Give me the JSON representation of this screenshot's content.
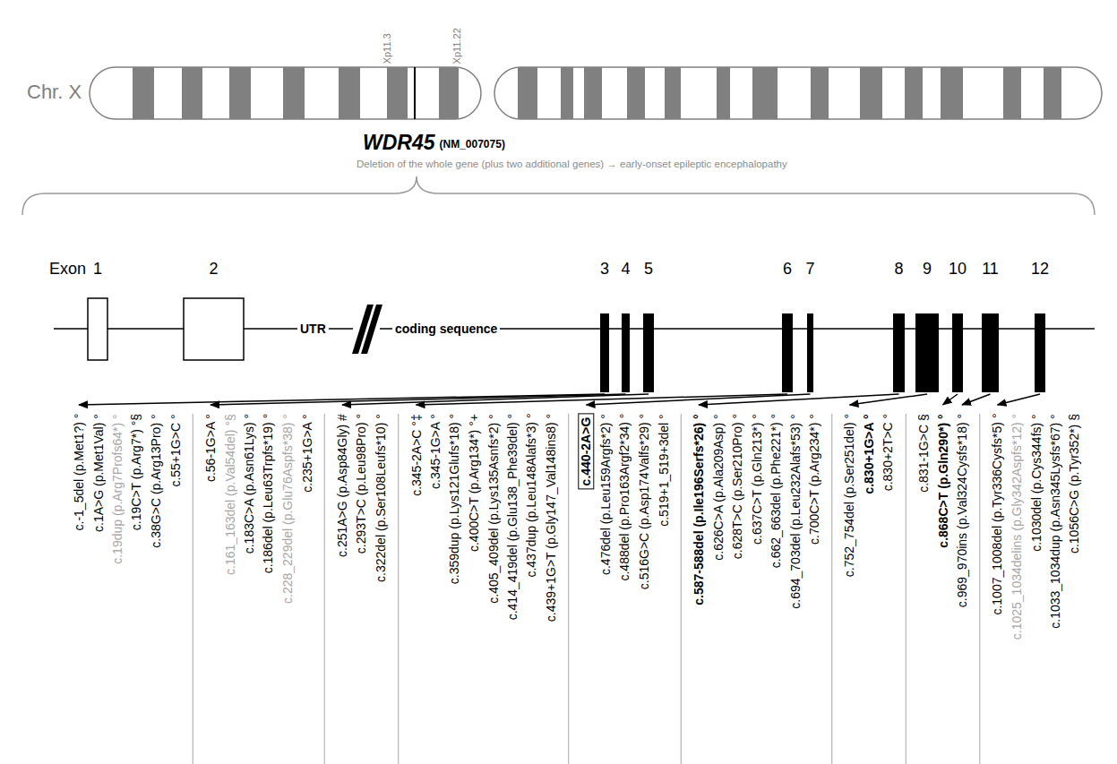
{
  "diagram": {
    "labels": [
      "Chr. X",
      "Xp11.3",
      "Xp11.22",
      "WDR45",
      "(NM_007075)",
      "Deletion of the whole gene (plus two additional genes) → early-onset epileptic encephalopathy",
      "Exon",
      "1",
      "2",
      "3",
      "4",
      "5",
      "6",
      "7",
      "8",
      "9",
      "10",
      "11",
      "12",
      "UTR",
      "coding sequence",
      "c.-1_5del (p.Met1?) °",
      "c.1A>G (p.Met1Val) °",
      "c.19dup (p.Arg7Profs64*) °",
      "c.19C>T (p.Arg7*) °§",
      "c.38G>C (p.Arg13Pro) °",
      "c.55+1G>C °",
      "c.56-1G>A °",
      "c.161_163del (p.Val54del) °§",
      "c.183C>A (p.Asn61Lys) °",
      "c.186del (p.Leu63Trpfs*19) °",
      "c.228_229del (p.Glu76Aspfs*38) °",
      "c.235+1G>A °",
      "c.251A>G (p.Asp84Gly) #",
      "c.293T>C (p.Leu98Pro) °",
      "c.322del (p.Ser108Leufs*10) °",
      "c.345-2A>C °‡",
      "c.345-1G>A °",
      "c.359dup (p.Lys121Glufs*18) °",
      "c.400C>T (p.Arg134*) °+",
      "c.405_409del (p.Lys135Asnfs*2) °",
      "c.414_419del (p.Glu138_Phe39del) °",
      "c.437dup (p.Leu148Alafs*3) °",
      "c.439+1G>T (p.Gly147_Val148ins8) °",
      "c.440-2A>G",
      "c.476del (p.Leu159Argfs*2) °",
      "c.488del (p.Pro163Argf2*34) °",
      "c.516G>C (p.Asp174Valfs*29) °",
      "c.519+1_519+3del °",
      "c.587-588del (p.Ile196Serfs*26) °",
      "c.626C>A (p.Ala209Asp) °",
      "c.628T>C (p.Ser210Pro) °",
      "c.637C>T (p.Gln213*) °",
      "c.662_663del (p.Phe221*) °",
      "c.694_703del (p.Leu232Alafs*53) °",
      "c.700C>T (p.Arg234*) °",
      "c.752_754del (p.Ser251del) °",
      "c.830+1G>A °",
      "c.830+2T>C °",
      "c.831-1G>C §",
      "c.868C>T (p.Gln290*) °",
      "c.969_970ins (p.Val324Cysfs*18) °",
      "c.1007_1008del (p.Tyr336Cysfs*5) °",
      "c.1025_1034delins (p.Gly342Aspfs*12) °",
      "c.1030del (p.Cys344fs) °",
      "c.1033_1034dup (p.Asn345Lysfs*67) °",
      "c.1056C>G (p.Tyr352*) §"
    ]
  }
}
